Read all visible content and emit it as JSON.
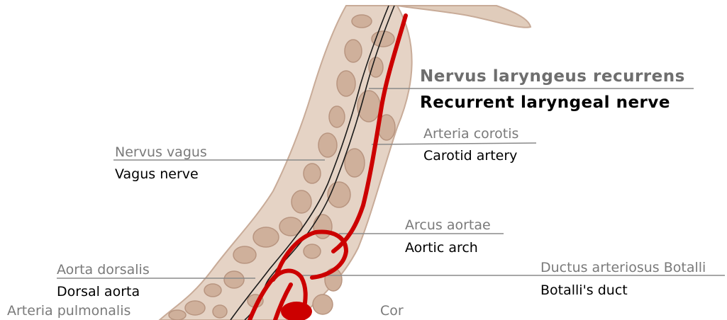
{
  "labels": {
    "recurrent_latin": "Nervus laryngeus recurrens",
    "recurrent_english": "Recurrent laryngeal nerve",
    "carotid_latin": "Arteria corotis",
    "carotid_english": "Carotid artery",
    "vagus_latin": "Nervus vagus",
    "vagus_english": "Vagus nerve",
    "arch_latin": "Arcus aortae",
    "arch_english": "Aortic arch",
    "dorsal_latin": "Aorta dorsalis",
    "dorsal_english": "Dorsal aorta",
    "ductus_latin": "Ductus arteriosus Botalli",
    "ductus_english": "Botalli's duct",
    "pulmonalis_latin": "Arteria pulmonalis",
    "cor_latin": "Cor"
  },
  "colors": {
    "neck_tissue": "#e5d3c5",
    "neck_outline": "#c8ab98",
    "vertebra": "#cfb09b",
    "artery": "#cc0000",
    "nerve": "#1a1a1a",
    "leader_line": "#8a8a8a"
  }
}
